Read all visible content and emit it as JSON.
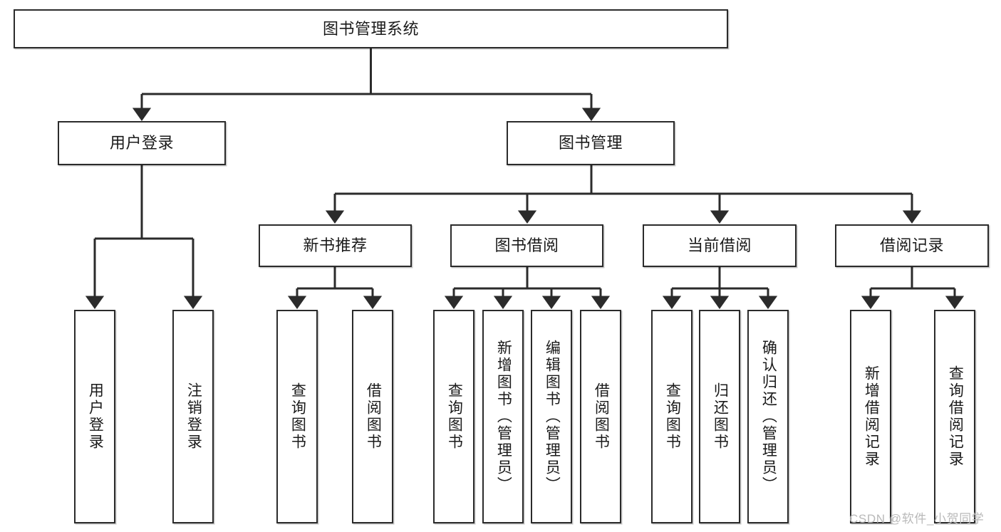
{
  "diagram": {
    "type": "hierarchy-tree",
    "title_node": {
      "label": "图书管理系统"
    },
    "level2": [
      {
        "label": "用户登录"
      },
      {
        "label": "图书管理"
      }
    ],
    "level3": [
      {
        "label": "新书推荐"
      },
      {
        "label": "图书借阅"
      },
      {
        "label": "当前借阅"
      },
      {
        "label": "借阅记录"
      }
    ],
    "leaves": {
      "user_login": [
        {
          "label": "用户登录"
        },
        {
          "label": "注销登录"
        }
      ],
      "new_book_recommend": [
        {
          "label": "查询图书"
        },
        {
          "label": "借阅图书"
        }
      ],
      "book_borrow": [
        {
          "label": "查询图书"
        },
        {
          "label": "新增图书（管理员）"
        },
        {
          "label": "编辑图书（管理员）"
        },
        {
          "label": "借阅图书"
        }
      ],
      "current_borrow": [
        {
          "label": "查询图书"
        },
        {
          "label": "归还图书"
        },
        {
          "label": "确认归还（管理员）"
        }
      ],
      "borrow_record": [
        {
          "label": "新增借阅记录"
        },
        {
          "label": "查询借阅记录"
        }
      ]
    }
  },
  "watermark": {
    "text": "CSDN @软件_小贺同学"
  },
  "colors": {
    "stroke": "#2b2b2b",
    "fill": "#ffffff",
    "text": "#1a1a1a",
    "watermark": "#b9b9b9"
  }
}
